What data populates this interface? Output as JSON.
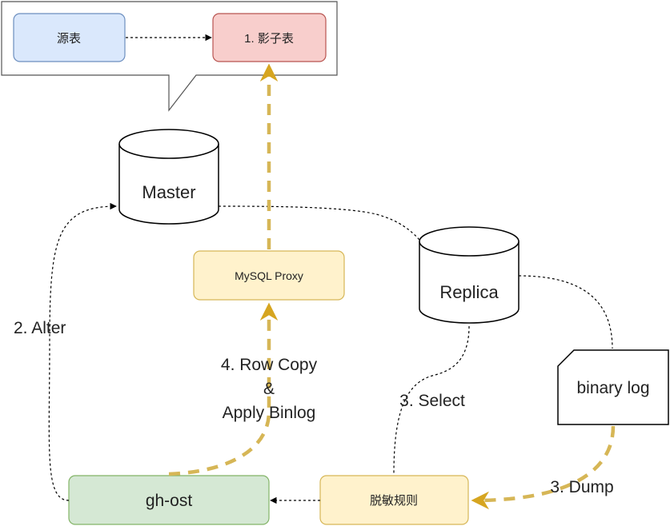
{
  "callout": {
    "source_table": "源表",
    "shadow_table": "1. 影子表"
  },
  "nodes": {
    "master": "Master",
    "replica": "Replica",
    "mysql_proxy": "MySQL Proxy",
    "binary_log": "binary log",
    "gh_ost": "gh-ost",
    "masking_rules": "脱敏规则"
  },
  "edge_labels": {
    "alter": "2. Alter",
    "row_copy_line1": "4. Row Copy",
    "row_copy_line2": "&",
    "row_copy_line3": "Apply Binlog",
    "select": "3. Select",
    "dump": "3. Dump"
  },
  "colors": {
    "blue_fill": "#dae8fc",
    "blue_stroke": "#6c8ebf",
    "red_fill": "#f8cecc",
    "red_stroke": "#b85450",
    "yellow_fill": "#fff2cc",
    "yellow_stroke": "#d6b656",
    "green_fill": "#d5e8d4",
    "green_stroke": "#82b366",
    "flow_arrow": "#d6a520"
  }
}
